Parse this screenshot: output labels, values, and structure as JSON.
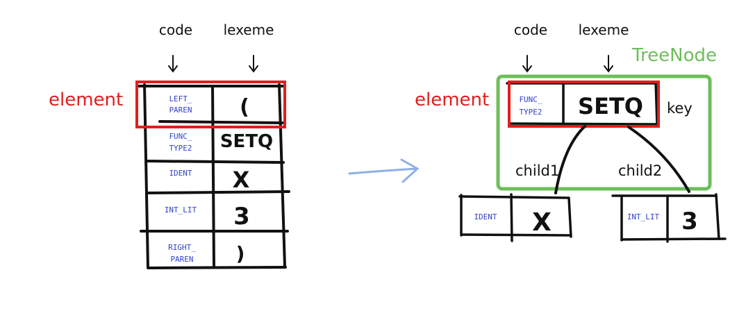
{
  "colors": {
    "ink": "#111111",
    "code_blue": "#2f3fc8",
    "highlight_red": "#e11d1d",
    "treenode_green": "#6cbf5a",
    "arrow_blue": "#8fb0e6"
  },
  "left_table": {
    "header_code": "code",
    "header_lexeme": "lexeme",
    "element_label": "element",
    "rows": [
      {
        "code_line1": "LEFT_",
        "code_line2": "PAREN",
        "lexeme": "("
      },
      {
        "code_line1": "FUNC_",
        "code_line2": "TYPE2",
        "lexeme": "SETQ"
      },
      {
        "code_line1": "IDENT",
        "code_line2": "",
        "lexeme": "X"
      },
      {
        "code_line1": "INT_LIT",
        "code_line2": "",
        "lexeme": "3"
      },
      {
        "code_line1": "RIGHT_",
        "code_line2": "PAREN",
        "lexeme": ")"
      }
    ]
  },
  "transform_arrow": {
    "icon": "right-arrow-icon"
  },
  "tree": {
    "header_code": "code",
    "header_lexeme": "lexeme",
    "treenode_label": "TreeNode",
    "element_label": "element",
    "key_label": "key",
    "root": {
      "code_line1": "FUNC_",
      "code_line2": "TYPE2",
      "lexeme": "SETQ"
    },
    "child1_label": "child1",
    "child2_label": "child2",
    "child1": {
      "code": "IDENT",
      "lexeme": "X"
    },
    "child2": {
      "code": "INT_LIT",
      "lexeme": "3"
    }
  }
}
